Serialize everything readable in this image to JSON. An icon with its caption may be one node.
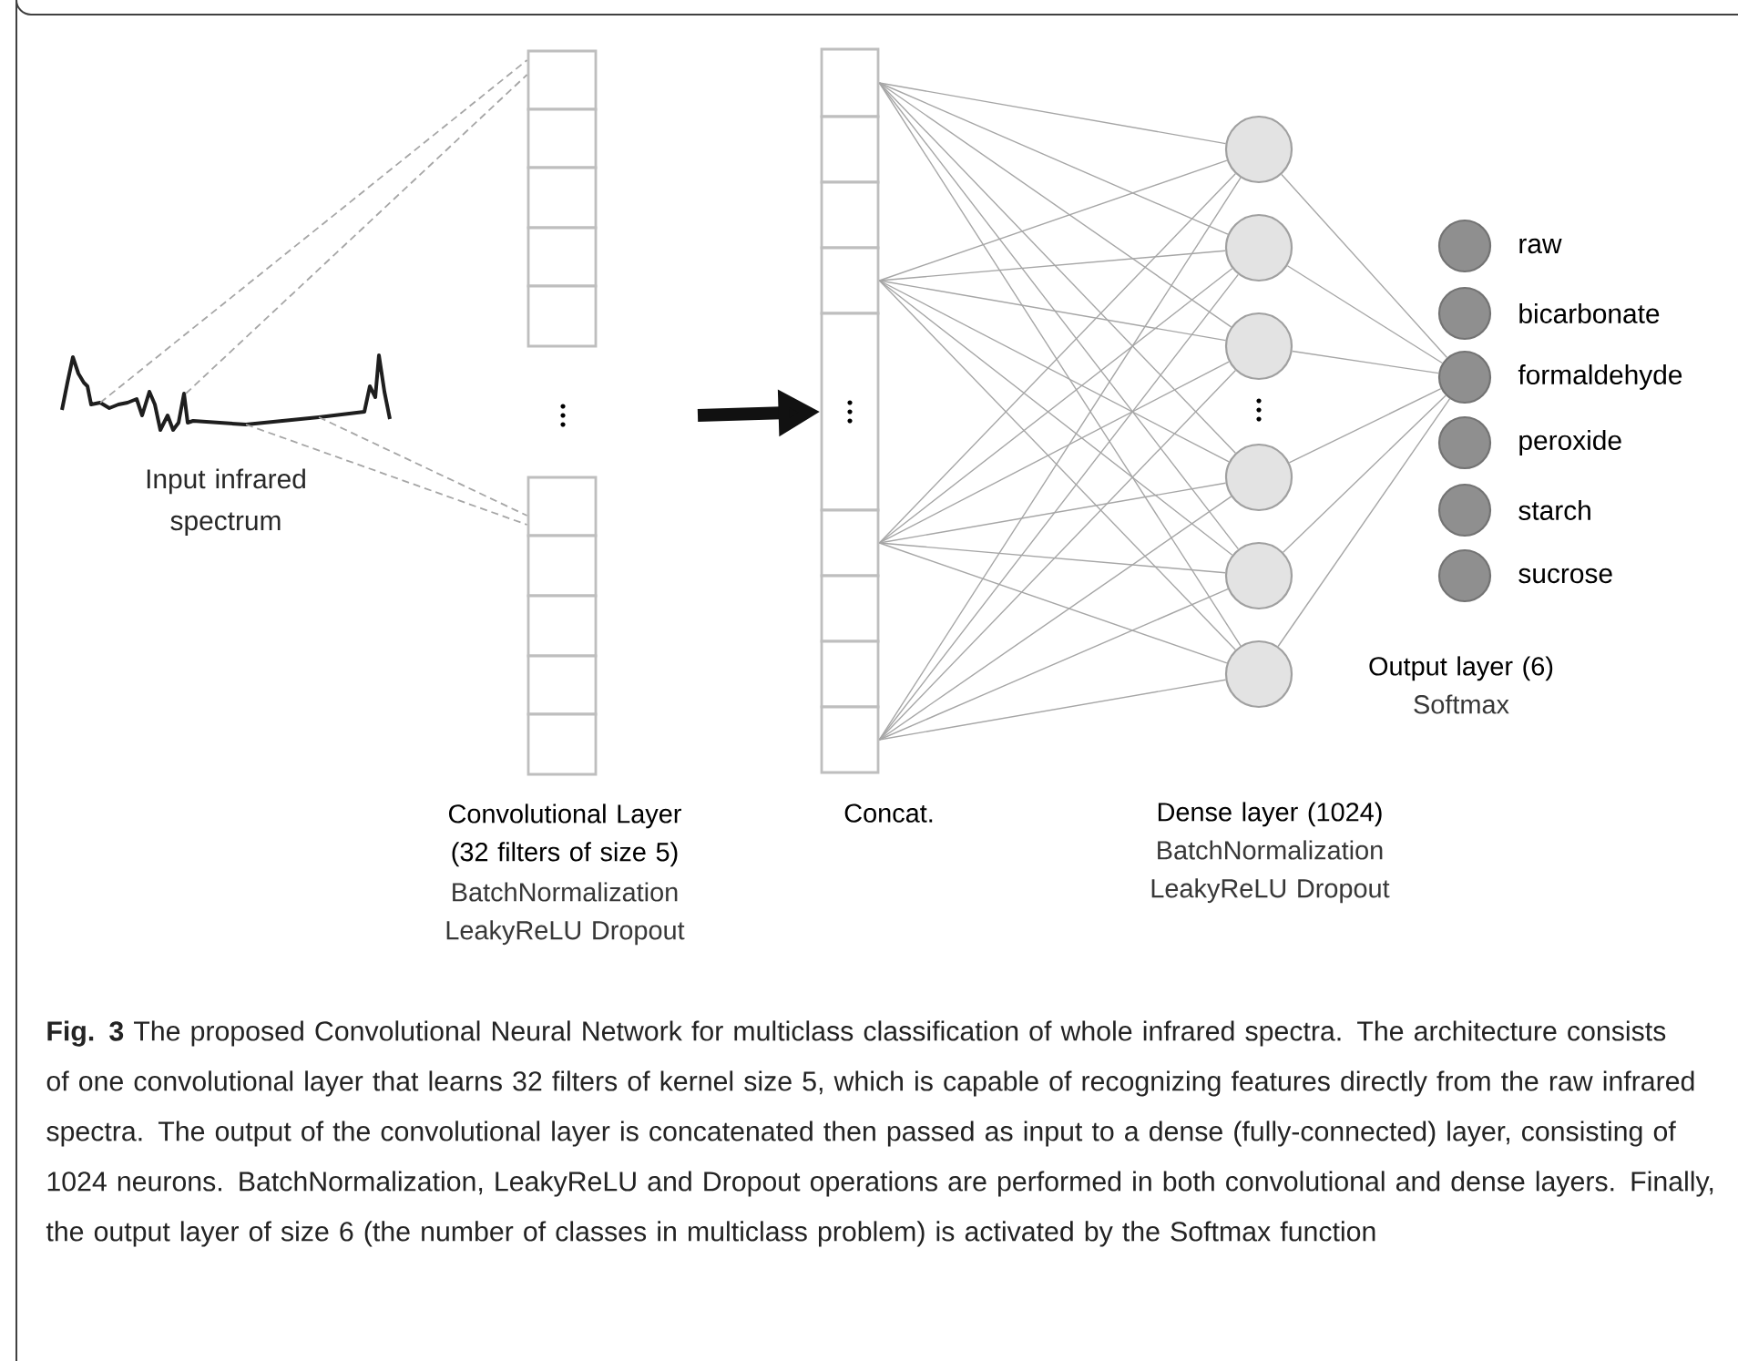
{
  "diagram": {
    "caption": "**Fig. 3** The proposed Convolutional Neural Network for multiclass classification of whole infrared spectra. The architecture consists of one convolutional layer that learns 32 filters of kernel size 5, which is capable of recognizing features directly from the raw infrared spectra. The output of the convolutional layer is concatenated then passed as input to a dense (fully-connected) layer, consisting of 1024 neurons. BatchNormalization, LeakyReLU and Dropout operations are performed in both convolutional and dense layers. Finally, the output layer of size 6 (the number of classes in multiclass problem) is activated by the Softmax function",
    "nodes": [
      {
        "text": [],
        "shape": "picture",
        "beside": [
          "Input infrared spectrum"
        ]
      },
      {
        "text": [],
        "shape": "box"
      },
      {
        "text": [],
        "shape": "box"
      },
      {
        "text": [],
        "shape": "box"
      },
      {
        "text": [],
        "shape": "box"
      },
      {
        "text": [],
        "shape": "box"
      },
      {
        "text": [],
        "shape": "box"
      },
      {
        "text": [],
        "shape": "box"
      },
      {
        "text": [],
        "shape": "box"
      },
      {
        "text": [],
        "shape": "box"
      },
      {
        "text": [],
        "shape": "box"
      },
      {
        "text": [],
        "shape": "box"
      },
      {
        "text": [],
        "shape": "box"
      },
      {
        "text": [],
        "shape": "box"
      },
      {
        "text": [],
        "shape": "box"
      },
      {
        "text": [],
        "shape": "box"
      },
      {
        "text": [],
        "shape": "box"
      },
      {
        "text": [],
        "shape": "box"
      },
      {
        "text": [],
        "shape": "box"
      },
      {
        "text": [],
        "shape": "box"
      },
      {
        "text": [],
        "shape": "circle"
      },
      {
        "text": [],
        "shape": "circle"
      },
      {
        "text": [],
        "shape": "circle"
      },
      {
        "text": [],
        "shape": "circle"
      },
      {
        "text": [],
        "shape": "circle"
      },
      {
        "text": [],
        "shape": "circle"
      },
      {
        "text": [],
        "shape": "circle",
        "beside": [
          "raw"
        ]
      },
      {
        "text": [],
        "shape": "circle",
        "beside": [
          "bicarbonate"
        ]
      },
      {
        "text": [],
        "shape": "circle",
        "beside": [
          "formaldehyde"
        ]
      },
      {
        "text": [],
        "shape": "circle",
        "beside": [
          "peroxide"
        ]
      },
      {
        "text": [],
        "shape": "circle",
        "beside": [
          "starch"
        ]
      },
      {
        "text": [],
        "shape": "circle",
        "beside": [
          "sucrose"
        ]
      }
    ],
    "edges": [
      {
        "from": 0,
        "to": 1,
        "arrow": "none",
        "style": "dashed"
      },
      {
        "from": 0,
        "to": 1,
        "arrow": "none",
        "style": "dashed"
      },
      {
        "from": 0,
        "to": 6,
        "arrow": "none",
        "style": "dashed"
      },
      {
        "from": 0,
        "to": 6,
        "arrow": "none",
        "style": "dashed"
      },
      {
        "from": null,
        "to": 15,
        "arrow": "to",
        "style": "thick",
        "color": "#111111"
      },
      {
        "from": 11,
        "to": 20,
        "arrow": "none"
      },
      {
        "from": 11,
        "to": 21,
        "arrow": "none"
      },
      {
        "from": 11,
        "to": 22,
        "arrow": "none"
      },
      {
        "from": 11,
        "to": 23,
        "arrow": "none"
      },
      {
        "from": 11,
        "to": 24,
        "arrow": "none"
      },
      {
        "from": 11,
        "to": 25,
        "arrow": "none"
      },
      {
        "from": 14,
        "to": 20,
        "arrow": "none"
      },
      {
        "from": 14,
        "to": 21,
        "arrow": "none"
      },
      {
        "from": 14,
        "to": 22,
        "arrow": "none"
      },
      {
        "from": 14,
        "to": 23,
        "arrow": "none"
      },
      {
        "from": 14,
        "to": 24,
        "arrow": "none"
      },
      {
        "from": 14,
        "to": 25,
        "arrow": "none"
      },
      {
        "from": 16,
        "to": 20,
        "arrow": "none"
      },
      {
        "from": 16,
        "to": 21,
        "arrow": "none"
      },
      {
        "from": 16,
        "to": 22,
        "arrow": "none"
      },
      {
        "from": 16,
        "to": 23,
        "arrow": "none"
      },
      {
        "from": 16,
        "to": 24,
        "arrow": "none"
      },
      {
        "from": 16,
        "to": 25,
        "arrow": "none"
      },
      {
        "from": 19,
        "to": 20,
        "arrow": "none"
      },
      {
        "from": 19,
        "to": 21,
        "arrow": "none"
      },
      {
        "from": 19,
        "to": 22,
        "arrow": "none"
      },
      {
        "from": 19,
        "to": 23,
        "arrow": "none"
      },
      {
        "from": 19,
        "to": 24,
        "arrow": "none"
      },
      {
        "from": 19,
        "to": 25,
        "arrow": "none"
      },
      {
        "from": 20,
        "to": 28,
        "arrow": "none"
      },
      {
        "from": 21,
        "to": 28,
        "arrow": "none"
      },
      {
        "from": 22,
        "to": 28,
        "arrow": "none"
      },
      {
        "from": 23,
        "to": 28,
        "arrow": "none"
      },
      {
        "from": 24,
        "to": 28,
        "arrow": "none"
      },
      {
        "from": 25,
        "to": 28,
        "arrow": "none"
      }
    ],
    "labels": [
      "Convolutional Layer (32 filters of size 5)",
      "BatchNormalization LeakyReLU Dropout",
      "Concat.",
      "Dense layer (1024)",
      "BatchNormalization LeakyReLU Dropout",
      "Output layer (6)",
      "Softmax"
    ]
  }
}
